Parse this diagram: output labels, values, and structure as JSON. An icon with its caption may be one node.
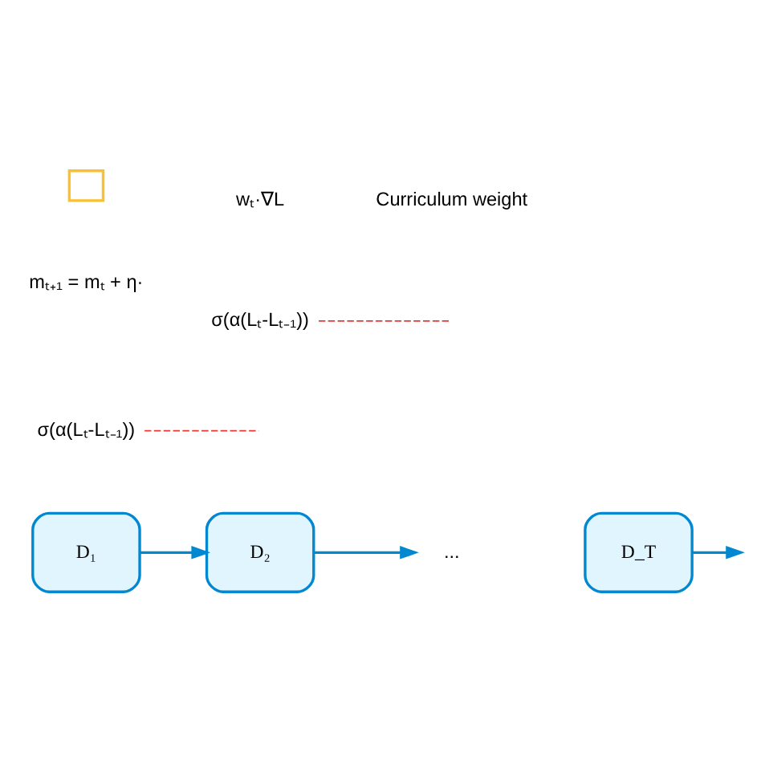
{
  "diagram": {
    "nodes": [
      {
        "text": [
          "D₁"
        ]
      },
      {
        "text": [
          "D₂"
        ]
      },
      {
        "text": [
          "D_T"
        ]
      },
      {
        "text": [
          "σ(α(Lₜ-Lₜ₋₁))"
        ]
      },
      {
        "text": [
          "σ(α(Lₜ-Lₜ₋₁))"
        ]
      },
      {
        "text": [
          "..."
        ]
      },
      {
        "text": [],
        "shape": "box"
      }
    ],
    "edges": [
      {
        "from": 0,
        "to": 1,
        "arrow": "to"
      },
      {
        "from": 1,
        "to": 5,
        "arrow": "to"
      },
      {
        "from": 2,
        "to": null,
        "arrow": "to"
      },
      {
        "from": 3,
        "to": null,
        "arrow": "none",
        "style": "dashed",
        "color": "#e53935"
      },
      {
        "from": 4,
        "to": null,
        "arrow": "none",
        "style": "dashed",
        "color": "#e53935"
      }
    ],
    "labels": [
      "mₜ₊₁ = mₜ + η·",
      "wₜ·∇L",
      "Curriculum weight"
    ]
  }
}
